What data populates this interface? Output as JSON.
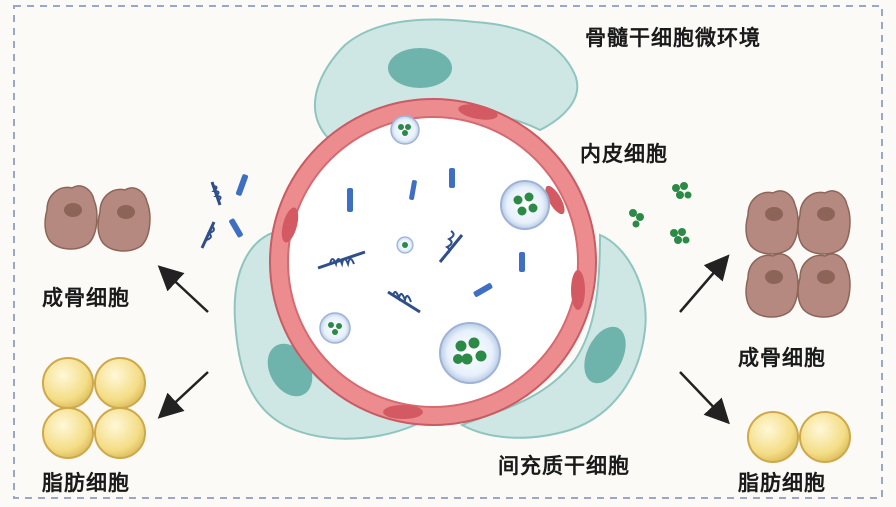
{
  "labels": {
    "niche": "骨髓干细胞微环境",
    "endothelial": "内皮细胞",
    "osteoblast_left": "成骨细胞",
    "adipocyte_left": "脂肪细胞",
    "osteoblast_right": "成骨细胞",
    "adipocyte_right": "脂肪细胞",
    "msc": "间充质干细胞"
  },
  "colors": {
    "background": "#fbfaf6",
    "frame_dash": "#9aa8c8",
    "msc_fill": "#cfe7e4",
    "msc_nucleus": "#6fb3ad",
    "endothelial_fill": "#ec8c8f",
    "endothelial_nucleus": "#d35a62",
    "lumen": "#ffffff",
    "osteoblast_fill": "#b5897f",
    "adipocyte_fill": "#f5e08e",
    "vesicle_core": "#2c8a47",
    "antibody_blue": "#3f6fc2",
    "arrow": "#222222"
  },
  "icons": [
    "osteoblast-cell-icon",
    "adipocyte-cell-icon",
    "extracellular-vesicle-icon",
    "antibody-icon",
    "mrna-strand-icon",
    "arrow-icon"
  ]
}
